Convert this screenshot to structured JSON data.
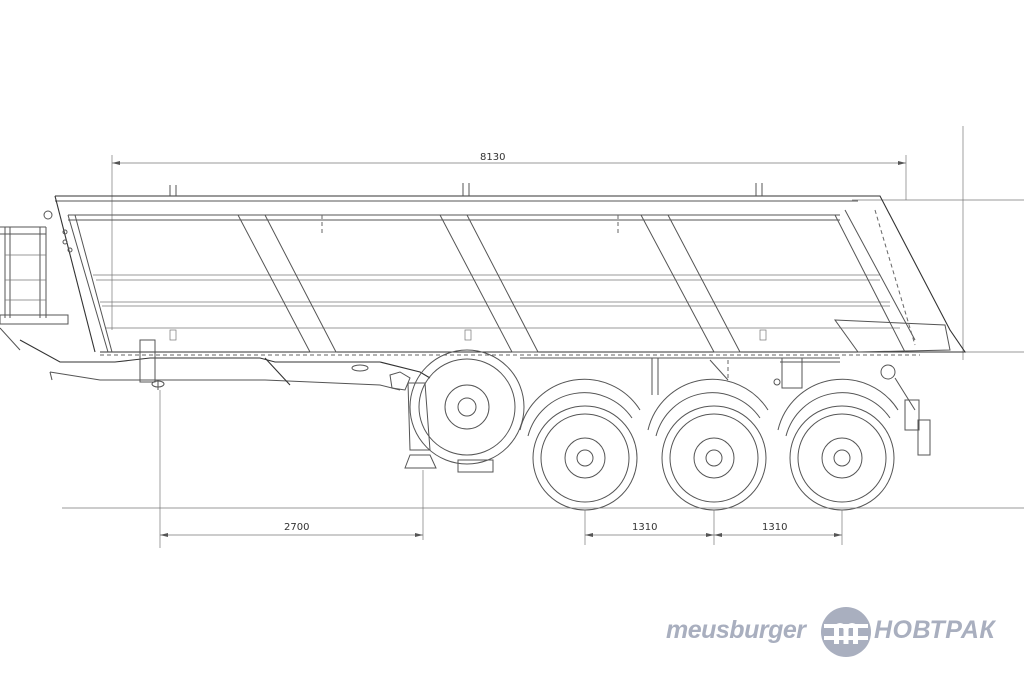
{
  "dimensions": {
    "overall_length": "8130",
    "kingpin_to_axle": "2700",
    "axle_spacing_1": "1310",
    "axle_spacing_2": "1310"
  },
  "brand": {
    "left_text": "meusburger",
    "right_text": "НОВТРАК",
    "logo_letter": "m",
    "color": "#a9afbf"
  }
}
